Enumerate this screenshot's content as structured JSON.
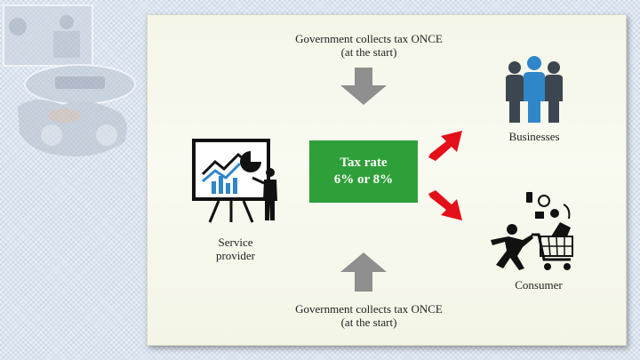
{
  "top_caption": {
    "line1": "Government collects tax ONCE",
    "line2": "(at the start)"
  },
  "bottom_caption": {
    "line1": "Government collects tax ONCE",
    "line2": "(at the start)"
  },
  "tax_box": {
    "line1": "Tax rate",
    "line2": "6% or 8%"
  },
  "service_provider": {
    "line1": "Service",
    "line2": "provider"
  },
  "businesses_label": "Businesses",
  "consumer_label": "Consumer",
  "colors": {
    "tax_box": "#2f9f39",
    "arrow_red": "#e3101a",
    "arrow_gray": "#8f8f8f",
    "people_blue": "#2f86c8",
    "people_dark": "#3c4650"
  },
  "icons": [
    "presentation-board-icon",
    "businesses-people-icon",
    "shopping-cart-icon",
    "gray-down-arrow-icon",
    "gray-up-arrow-icon",
    "red-arrow-icon"
  ]
}
